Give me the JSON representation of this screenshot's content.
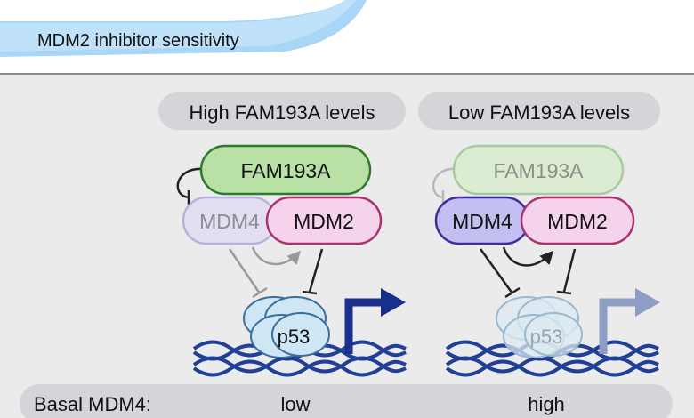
{
  "header": {
    "title": "MDM2 inhibitor sensitivity"
  },
  "panels": [
    {
      "condition_label": "High FAM193A levels",
      "proteins": {
        "fam193a": "FAM193A",
        "mdm4": "MDM4",
        "mdm2": "MDM2",
        "p53": "p53"
      },
      "faded": "fam-active"
    },
    {
      "condition_label": "Low FAM193A levels",
      "proteins": {
        "fam193a": "FAM193A",
        "mdm4": "MDM4",
        "mdm2": "MDM2",
        "p53": "p53"
      },
      "faded": "fam-inactive"
    }
  ],
  "basal_row": {
    "label": "Basal MDM4:",
    "values": [
      "low",
      "high"
    ]
  },
  "colors": {
    "background_panel": "#ebebeb",
    "pill": "#d3d5d8",
    "fam193a_fill": "#b9e0a5",
    "fam193a_stroke": "#2f7a2f",
    "mdm2_fill": "#f5d3ea",
    "mdm2_stroke": "#a8336f",
    "mdm4_active_fill": "#c3bff0",
    "mdm4_active_stroke": "#3c2e9c",
    "p53_fill": "#cfe6f5",
    "dna": "#1f3f99",
    "promoter_arrow": "#1a2e8c",
    "header_accent": "#9fd0f5"
  }
}
